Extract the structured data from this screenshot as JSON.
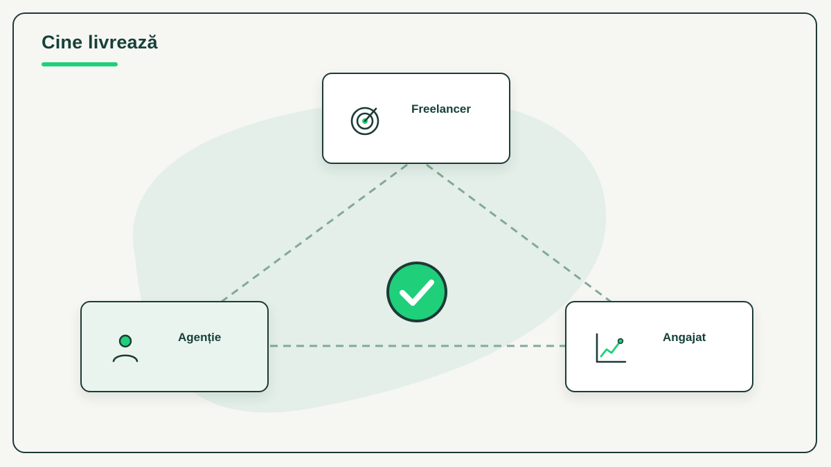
{
  "title": "Cine livrează",
  "colors": {
    "accent": "#1fcf7a",
    "dark": "#1d3a36",
    "blob": "#e3efe8",
    "connector": "#84a898"
  },
  "nodes": [
    {
      "id": "freelancer",
      "label": "Freelancer",
      "icon": "target-icon"
    },
    {
      "id": "agentie",
      "label": "Agenție",
      "icon": "user-icon"
    },
    {
      "id": "angajat",
      "label": "Angajat",
      "icon": "line-chart-icon"
    }
  ],
  "center": {
    "icon": "check-icon"
  }
}
